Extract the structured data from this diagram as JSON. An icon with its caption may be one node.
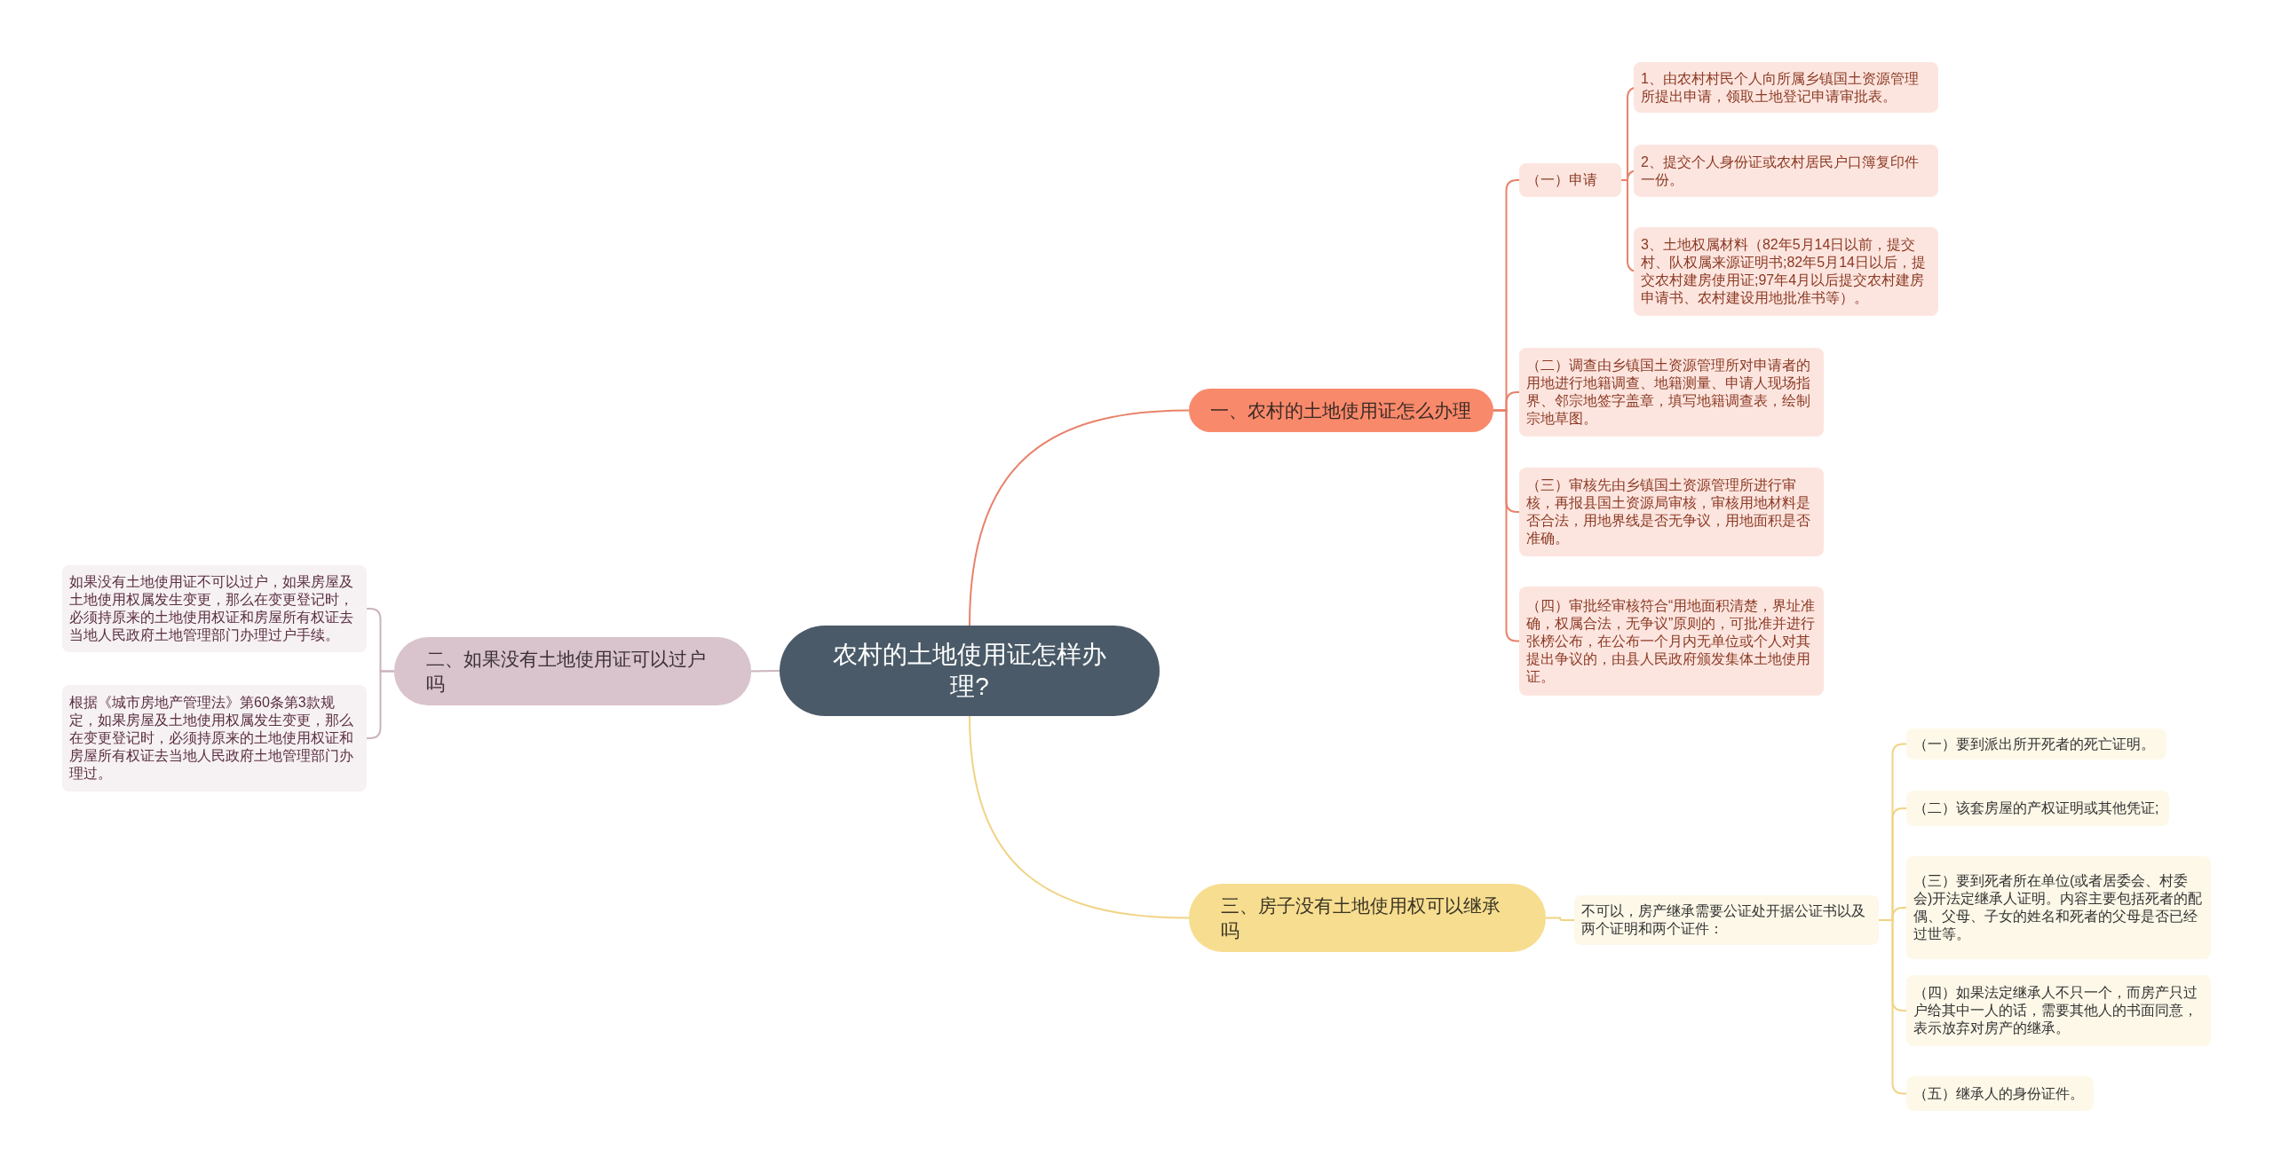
{
  "diagram": {
    "nodes": [
      {
        "text": [
          "农村的土地使用证怎样办理?"
        ]
      },
      {
        "text": [
          "一、农村的土地使用证怎么办理"
        ]
      },
      {
        "text": [
          "（一）申请"
        ]
      },
      {
        "text": [
          "1、由农村村民个人向所属乡镇国土资源管理所提出申请，领取土地登记申请审批表。"
        ]
      },
      {
        "text": [
          "2、提交个人身份证或农村居民户口簿复印件一份。"
        ]
      },
      {
        "text": [
          "3、土地权属材料（82年5月14日以前，提交村、队权属来源证明书;82年5月14日以后，提交农村建房使用证;97年4月以后提交农村建房申请书、农村建设用地批准书等）。"
        ]
      },
      {
        "text": [
          "（二）调查由乡镇国土资源管理所对申请者的用地进行地籍调查、地籍测量、申请人现场指界、邻宗地签字盖章，填写地籍调查表，绘制宗地草图。"
        ]
      },
      {
        "text": [
          "（三）审核先由乡镇国土资源管理所进行审核，再报县国土资源局审核，审核用地材料是否合法，用地界线是否无争议，用地面积是否准确。"
        ]
      },
      {
        "text": [
          "（四）审批经审核符合“用地面积清楚，界址准确，权属合法，无争议”原则的，可批准并进行张榜公布，在公布一个月内无单位或个人对其提出争议的，由县人民政府颁发集体土地使用证。"
        ]
      },
      {
        "text": [
          "二、如果没有土地使用证可以过户吗"
        ]
      },
      {
        "text": [
          "如果没有土地使用证不可以过户，如果房屋及土地使用权属发生变更，那么在变更登记时，必须持原来的土地使用权证和房屋所有权证去当地人民政府土地管理部门办理过户手续。"
        ]
      },
      {
        "text": [
          "根据《城市房地产管理法》第60条第3款规定，如果房屋及土地使用权属发生变更，那么在变更登记时，必须持原来的土地使用权证和房屋所有权证去当地人民政府土地管理部门办理过。"
        ]
      },
      {
        "text": [
          "三、房子没有土地使用权可以继承吗"
        ]
      },
      {
        "text": [
          "不可以，房产继承需要公证处开据公证书以及两个证明和两个证件："
        ]
      },
      {
        "text": [
          "（一）要到派出所开死者的死亡证明。"
        ]
      },
      {
        "text": [
          "（二）该套房屋的产权证明或其他凭证;"
        ]
      },
      {
        "text": [
          "（三）要到死者所在单位(或者居委会、村委会)开法定继承人证明。内容主要包括死者的配偶、父母、子女的姓名和死者的父母是否已经过世等。"
        ]
      },
      {
        "text": [
          "（四）如果法定继承人不只一个，而房产只过户给其中一人的话，需要其他人的书面同意，表示放弃对房产的继承。"
        ]
      },
      {
        "text": [
          "（五）继承人的身份证件。"
        ]
      }
    ],
    "edges": [
      {
        "from": 0,
        "to": 1,
        "arrow": "none"
      },
      {
        "from": 1,
        "to": 2,
        "arrow": "none"
      },
      {
        "from": 2,
        "to": 3,
        "arrow": "none"
      },
      {
        "from": 2,
        "to": 4,
        "arrow": "none"
      },
      {
        "from": 2,
        "to": 5,
        "arrow": "none"
      },
      {
        "from": 1,
        "to": 6,
        "arrow": "none"
      },
      {
        "from": 1,
        "to": 7,
        "arrow": "none"
      },
      {
        "from": 1,
        "to": 8,
        "arrow": "none"
      },
      {
        "from": 0,
        "to": 9,
        "arrow": "none",
        "color": "#cbb3bd"
      },
      {
        "from": 9,
        "to": 10,
        "arrow": "none",
        "color": "#cbb3bd"
      },
      {
        "from": 9,
        "to": 11,
        "arrow": "none",
        "color": "#cbb3bd"
      },
      {
        "from": 0,
        "to": 12,
        "arrow": "none",
        "color": "#f0d384"
      },
      {
        "from": 12,
        "to": 13,
        "arrow": "none",
        "color": "#f0d384"
      },
      {
        "from": 13,
        "to": 14,
        "arrow": "none",
        "color": "#f0d384"
      },
      {
        "from": 13,
        "to": 15,
        "arrow": "none",
        "color": "#f0d384"
      },
      {
        "from": 13,
        "to": 16,
        "arrow": "none",
        "color": "#f0d384"
      },
      {
        "from": 13,
        "to": 17,
        "arrow": "none",
        "color": "#f0d384"
      },
      {
        "from": 13,
        "to": 18,
        "arrow": "none",
        "color": "#f0d384"
      }
    ]
  }
}
